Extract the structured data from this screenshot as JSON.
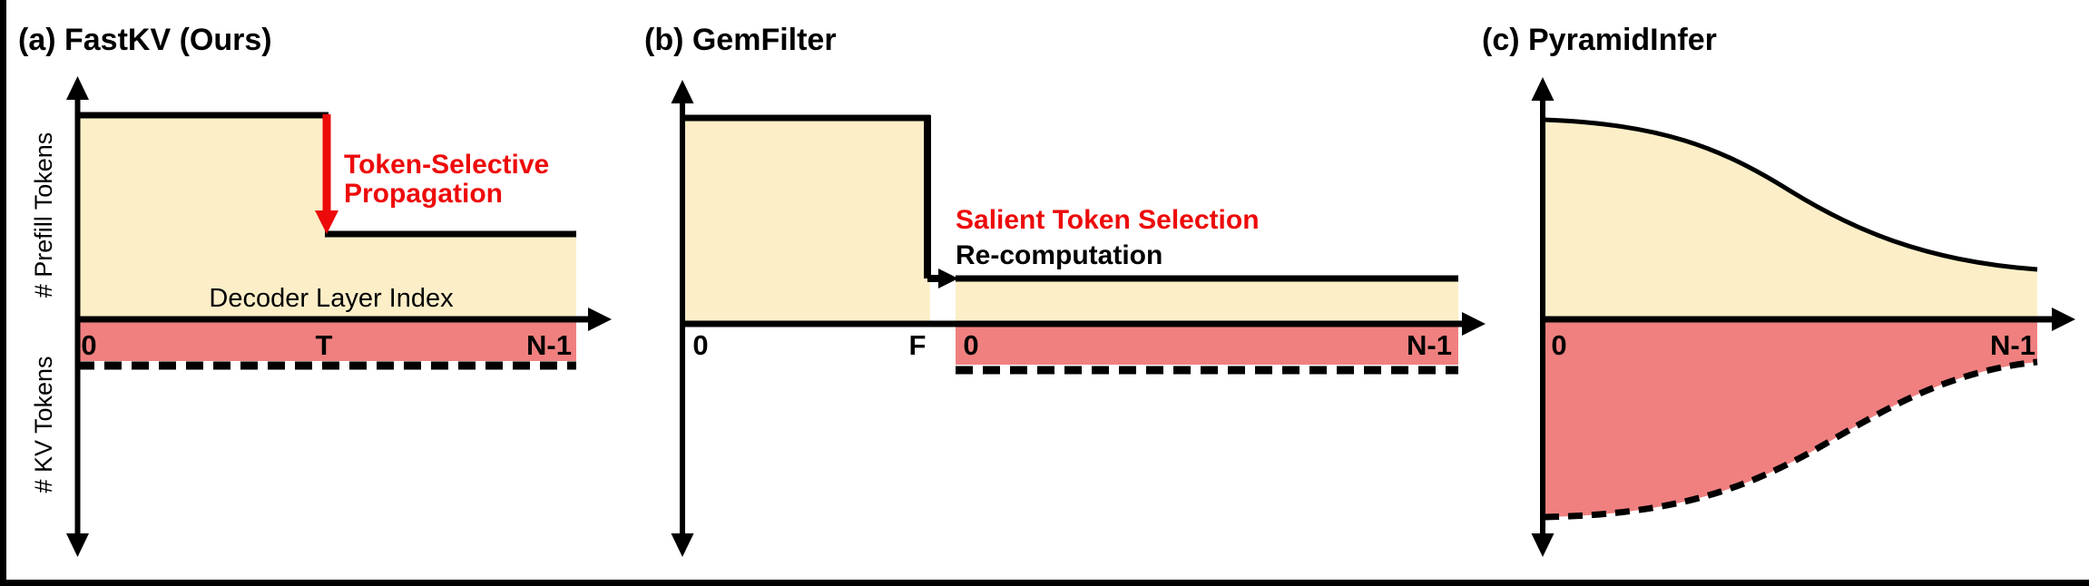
{
  "figure": {
    "type": "three-panel schematic comparison of KV cache compression methods",
    "background": "#FFFFFF"
  },
  "colors": {
    "prefill_fill": "#FCEFC8",
    "kv_fill": "#F08080",
    "accent_red": "#ED0A0A",
    "line_black": "#000000",
    "frame_black": "#000000",
    "background": "#FFFFFF"
  },
  "panels": [
    {
      "title": "(a) FastKV (Ours)",
      "y_label_top": "# Prefill Tokens",
      "y_label_bottom": "# KV Tokens",
      "x_label": "Decoder Layer Index",
      "ticks": [
        "0",
        "T",
        "N-1"
      ],
      "annotation": {
        "line1": "Token-Selective",
        "line2": "Propagation"
      }
    },
    {
      "title": "(b) GemFilter",
      "ticks": [
        "0",
        "F",
        "0",
        "N-1"
      ],
      "annotation_selection": "Salient Token Selection",
      "annotation_recomputation": "Re-computation"
    },
    {
      "title": "(c) PyramidInfer",
      "ticks": [
        "0",
        "N-1"
      ]
    }
  ]
}
